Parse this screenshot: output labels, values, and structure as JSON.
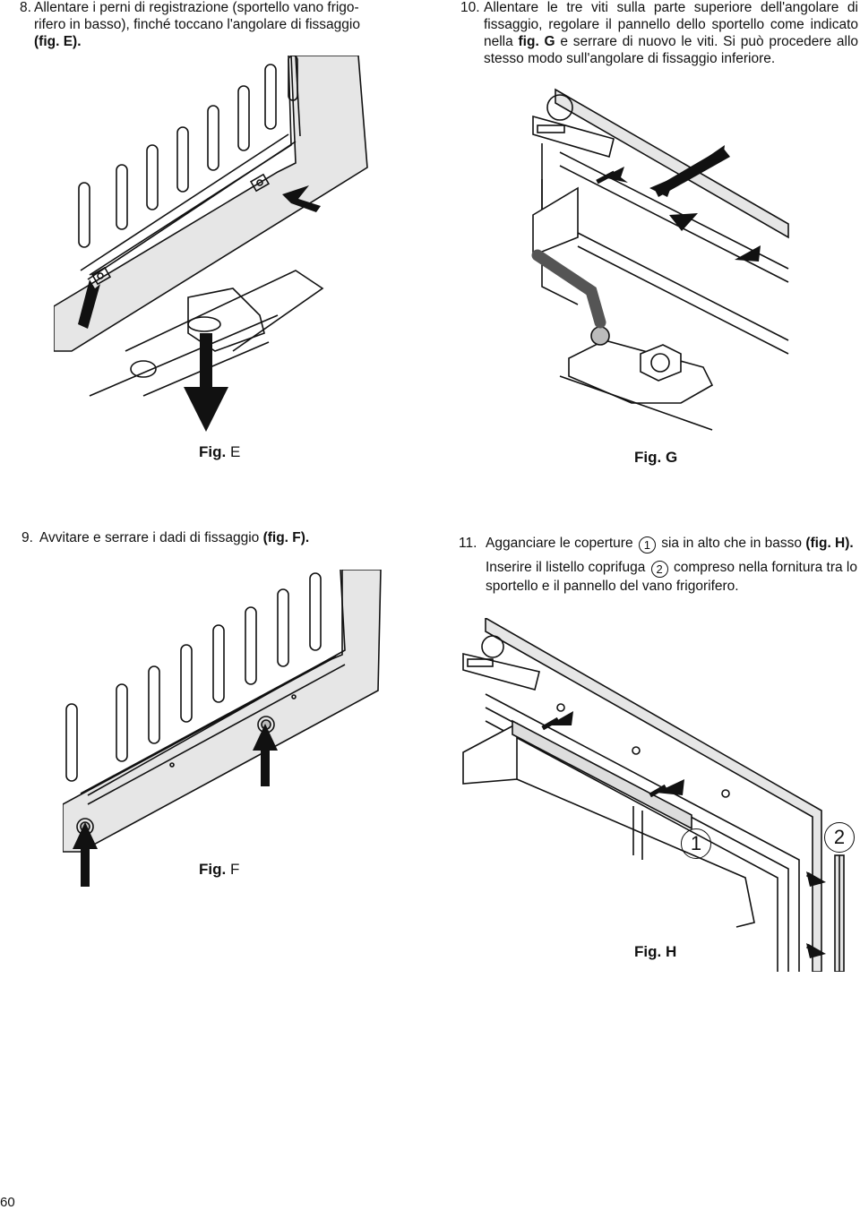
{
  "step8": {
    "num": "8.",
    "line1": "Allentare i perni di registrazione (sportello vano frigo-",
    "line2": "rifero in basso), finché toccano l'angolare di fissaggio",
    "ref": "(fig. E)."
  },
  "step10": {
    "num": "10.",
    "text1": "Allentare le tre viti sulla parte superiore dell'angolare di fissaggio, regolare il pannello dello sportello come indicato nella",
    "ref": "fig. G",
    "text2": "e serrare di nuovo le viti. Si può procedere allo stesso modo sull'angolare di fissaggio inferiore."
  },
  "step9": {
    "num": "9.",
    "text": "Avvitare e serrare i dadi di fissaggio",
    "ref": "(fig. F)."
  },
  "step11": {
    "num": "11.",
    "text1": "Agganciare le coperture",
    "marker1": "1",
    "text2": "sia in alto che in basso",
    "ref": "(fig. H).",
    "text3": "Inserire il listello coprifuga",
    "marker2": "2",
    "text4": "compreso nella fornitura tra lo sportello e il pannello del vano frigorifero."
  },
  "figures": {
    "e": {
      "prefix": "Fig.",
      "letter": "E"
    },
    "g": {
      "prefix": "Fig.",
      "letter": "G"
    },
    "f": {
      "prefix": "Fig.",
      "letter": "F"
    },
    "h": {
      "prefix": "Fig.",
      "letter": "H",
      "callout1": "1",
      "callout2": "2"
    }
  },
  "page_number": "60",
  "colors": {
    "ink": "#111111",
    "panel": "#e6e6e6",
    "paper": "#ffffff"
  }
}
